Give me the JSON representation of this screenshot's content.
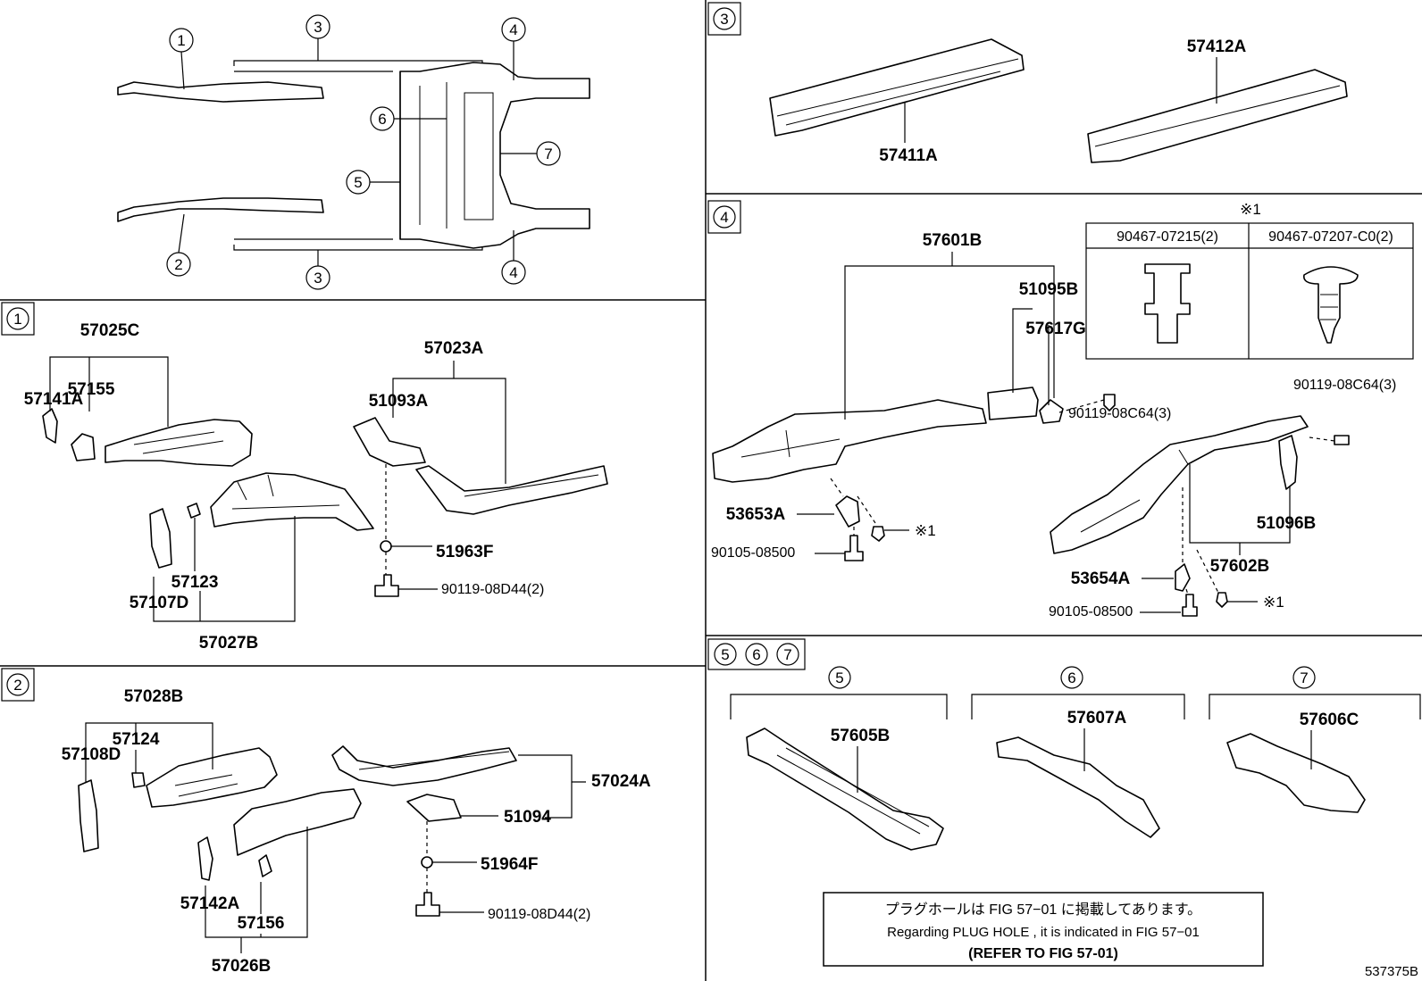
{
  "overview": {
    "callouts": {
      "c1": "1",
      "c2": "2",
      "c3a": "3",
      "c3b": "3",
      "c4a": "4",
      "c4b": "4",
      "c5": "5",
      "c6": "6",
      "c7": "7"
    }
  },
  "section1": {
    "tag": "1",
    "parts": {
      "p57025C": "57025C",
      "p57141A": "57141A",
      "p57155": "57155",
      "p57023A": "57023A",
      "p51093A": "51093A",
      "p57123": "57123",
      "p57107D": "57107D",
      "p57027B": "57027B",
      "p51963F": "51963F",
      "p90119a": "90119-08D44(2)"
    }
  },
  "section2": {
    "tag": "2",
    "parts": {
      "p57028B": "57028B",
      "p57124": "57124",
      "p57108D": "57108D",
      "p57024A": "57024A",
      "p51094": "51094",
      "p51964F": "51964F",
      "p90119b": "90119-08D44(2)",
      "p57142A": "57142A",
      "p57156": "57156",
      "p57026B": "57026B"
    }
  },
  "section3": {
    "tag": "3",
    "parts": {
      "p57411A": "57411A",
      "p57412A": "57412A"
    }
  },
  "section4": {
    "tag": "4",
    "note_mark": "※1",
    "clip_table": {
      "col1": "90467-07215(2)",
      "col2": "90467-07207-C0(2)"
    },
    "parts": {
      "p57601B": "57601B",
      "p51095B": "51095B",
      "p57617G": "57617G",
      "p90119c": "90119-08C64(3)",
      "p90119d": "90119-08C64(3)",
      "p53653A": "53653A",
      "p90105a": "90105-08500",
      "p53654A": "53654A",
      "p90105b": "90105-08500",
      "p57602B": "57602B",
      "p51096B": "51096B",
      "mark1": "※1",
      "mark2": "※1"
    }
  },
  "section567": {
    "tags": {
      "t5": "5",
      "t6": "6",
      "t7": "7"
    },
    "heads": {
      "h5": "5",
      "h6": "6",
      "h7": "7"
    },
    "parts": {
      "p57605B": "57605B",
      "p57607A": "57607A",
      "p57606C": "57606C"
    },
    "note": {
      "jp": "プラグホールは FIG 57−01 に掲載してあります。",
      "en": "Regarding  PLUG  HOLE , it is indicated in  FIG  57−01",
      "ref": "(REFER TO FIG 57-01)"
    }
  },
  "figure_id": "537375B"
}
